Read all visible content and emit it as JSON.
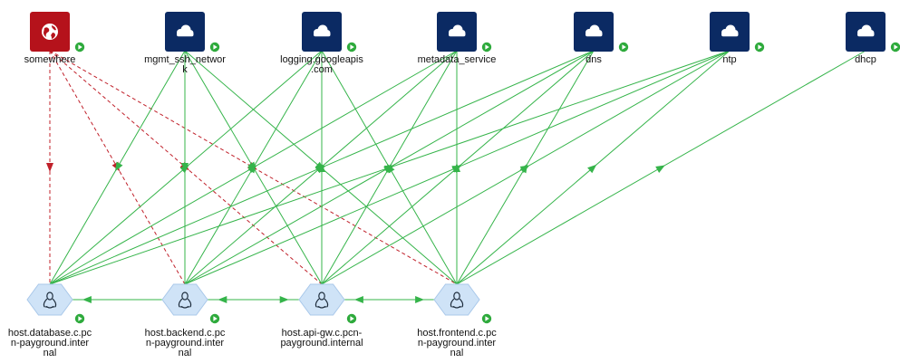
{
  "diagram": {
    "external_nodes": [
      {
        "id": "somewhere",
        "lines": [
          "somewhere"
        ],
        "kind": "internet",
        "icon": "globe-icon",
        "color": "#b5121b"
      },
      {
        "id": "mgmt",
        "lines": [
          "mgmt_ssh_networ",
          "k"
        ],
        "kind": "cloud",
        "icon": "cloud-icon",
        "color": "#0b2a63"
      },
      {
        "id": "logging",
        "lines": [
          "logging.googleapis",
          ".com"
        ],
        "kind": "cloud",
        "icon": "cloud-icon",
        "color": "#0b2a63"
      },
      {
        "id": "metadata",
        "lines": [
          "metadata_service"
        ],
        "kind": "cloud",
        "icon": "cloud-icon",
        "color": "#0b2a63"
      },
      {
        "id": "dns",
        "lines": [
          "dns"
        ],
        "kind": "cloud",
        "icon": "cloud-icon",
        "color": "#0b2a63"
      },
      {
        "id": "ntp",
        "lines": [
          "ntp"
        ],
        "kind": "cloud",
        "icon": "cloud-icon",
        "color": "#0b2a63"
      },
      {
        "id": "dhcp",
        "lines": [
          "dhcp"
        ],
        "kind": "cloud",
        "icon": "cloud-icon",
        "color": "#0b2a63"
      }
    ],
    "host_nodes": [
      {
        "id": "database",
        "lines": [
          "host.database.c.pc",
          "n-payground.inter",
          "nal"
        ],
        "icon": "linux-icon"
      },
      {
        "id": "backend",
        "lines": [
          "host.backend.c.pc",
          "n-payground.inter",
          "nal"
        ],
        "icon": "linux-icon"
      },
      {
        "id": "apigw",
        "lines": [
          "host.api-gw.c.pcn-",
          "payground.internal"
        ],
        "icon": "linux-icon"
      },
      {
        "id": "frontend",
        "lines": [
          "host.frontend.c.pc",
          "n-payground.inter",
          "nal"
        ],
        "icon": "linux-icon"
      }
    ],
    "colors": {
      "allowed": "#35b44a",
      "denied": "#c0202a",
      "host_fill": "#cfe3f7",
      "host_stroke": "#a9c8ea",
      "status": "#2eaa3c"
    },
    "edges": [
      {
        "from": "somewhere",
        "to": "database",
        "style": "denied"
      },
      {
        "from": "somewhere",
        "to": "backend",
        "style": "denied"
      },
      {
        "from": "somewhere",
        "to": "apigw",
        "style": "denied"
      },
      {
        "from": "somewhere",
        "to": "frontend",
        "style": "denied"
      },
      {
        "from": "mgmt",
        "to": "database",
        "style": "allowed"
      },
      {
        "from": "mgmt",
        "to": "backend",
        "style": "allowed"
      },
      {
        "from": "mgmt",
        "to": "apigw",
        "style": "allowed"
      },
      {
        "from": "mgmt",
        "to": "frontend",
        "style": "allowed"
      },
      {
        "from": "database",
        "to": "logging",
        "style": "allowed"
      },
      {
        "from": "backend",
        "to": "logging",
        "style": "allowed"
      },
      {
        "from": "apigw",
        "to": "logging",
        "style": "allowed"
      },
      {
        "from": "frontend",
        "to": "logging",
        "style": "allowed"
      },
      {
        "from": "database",
        "to": "metadata",
        "style": "allowed"
      },
      {
        "from": "backend",
        "to": "metadata",
        "style": "allowed"
      },
      {
        "from": "apigw",
        "to": "metadata",
        "style": "allowed"
      },
      {
        "from": "frontend",
        "to": "metadata",
        "style": "allowed"
      },
      {
        "from": "database",
        "to": "dns",
        "style": "allowed"
      },
      {
        "from": "backend",
        "to": "dns",
        "style": "allowed"
      },
      {
        "from": "apigw",
        "to": "dns",
        "style": "allowed"
      },
      {
        "from": "frontend",
        "to": "dns",
        "style": "allowed"
      },
      {
        "from": "database",
        "to": "ntp",
        "style": "allowed"
      },
      {
        "from": "backend",
        "to": "ntp",
        "style": "allowed"
      },
      {
        "from": "apigw",
        "to": "ntp",
        "style": "allowed"
      },
      {
        "from": "frontend",
        "to": "ntp",
        "style": "allowed"
      },
      {
        "from": "frontend",
        "to": "dhcp",
        "style": "allowed"
      },
      {
        "from": "backend",
        "to": "database",
        "style": "allowed"
      },
      {
        "from": "backend",
        "to": "apigw",
        "style": "allowed"
      },
      {
        "from": "apigw",
        "to": "backend",
        "style": "allowed"
      },
      {
        "from": "apigw",
        "to": "frontend",
        "style": "allowed"
      },
      {
        "from": "frontend",
        "to": "apigw",
        "style": "allowed"
      }
    ]
  }
}
